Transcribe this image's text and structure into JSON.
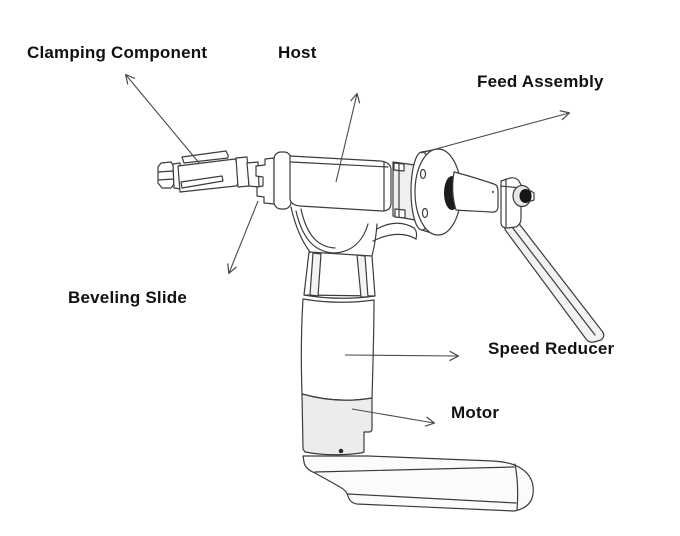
{
  "diagram": {
    "background_color": "#ffffff",
    "line_color": "#3c3c3c",
    "leader_color": "#4a4a4a",
    "label_color": "#111111",
    "labels": [
      {
        "id": "clamping-component",
        "text": "Clamping Component"
      },
      {
        "id": "host",
        "text": "Host"
      },
      {
        "id": "feed-assembly",
        "text": "Feed Assembly"
      },
      {
        "id": "beveling-slide",
        "text": "Beveling Slide"
      },
      {
        "id": "speed-reducer",
        "text": "Speed Reducer"
      },
      {
        "id": "motor",
        "text": "Motor"
      }
    ]
  }
}
